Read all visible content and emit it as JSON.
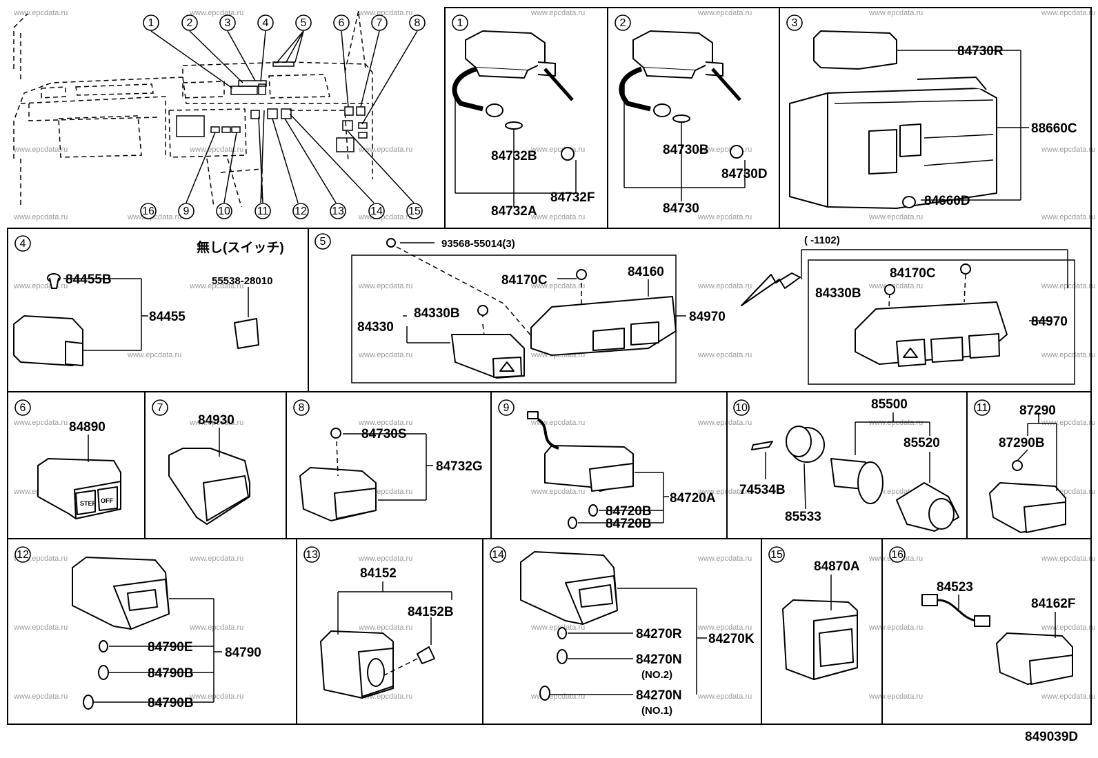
{
  "overview_callouts": [
    "1",
    "2",
    "3",
    "4",
    "5",
    "6",
    "7",
    "8",
    "16",
    "9",
    "10",
    "11",
    "12",
    "13",
    "14",
    "15"
  ],
  "panels": {
    "p1": {
      "num": "1",
      "parts": [
        "84732B",
        "84732F",
        "84732A"
      ]
    },
    "p2": {
      "num": "2",
      "parts": [
        "84730B",
        "84730D",
        "84730"
      ]
    },
    "p3": {
      "num": "3",
      "parts": [
        "84730R",
        "88660C",
        "84660D"
      ]
    },
    "p4": {
      "num": "4",
      "note": "無し(スイッチ)",
      "parts": [
        "84455B",
        "84455",
        "55538-28010"
      ]
    },
    "p5": {
      "num": "5",
      "screw": "93568-55014(3)",
      "range": "(     -1102)",
      "parts": [
        "84170C",
        "84160",
        "84330B",
        "84330",
        "84970"
      ],
      "alt_parts": [
        "84170C",
        "84330B",
        "84970"
      ]
    },
    "p6": {
      "num": "6",
      "parts": [
        "84890"
      ],
      "btn": [
        "STEP",
        "OFF"
      ]
    },
    "p7": {
      "num": "7",
      "parts": [
        "84930"
      ]
    },
    "p8": {
      "num": "8",
      "parts": [
        "84730S",
        "84732G"
      ]
    },
    "p9": {
      "num": "9",
      "parts": [
        "84720A",
        "84720B",
        "84720B"
      ]
    },
    "p10": {
      "num": "10",
      "parts": [
        "85500",
        "85520",
        "74534B",
        "85533"
      ]
    },
    "p11": {
      "num": "11",
      "parts": [
        "87290",
        "87290B"
      ]
    },
    "p12": {
      "num": "12",
      "parts": [
        "84790E",
        "84790",
        "84790B",
        "84790B"
      ]
    },
    "p13": {
      "num": "13",
      "parts": [
        "84152",
        "84152B"
      ]
    },
    "p14": {
      "num": "14",
      "parts": [
        "84270R",
        "84270K",
        "84270N",
        "(NO.2)",
        "84270N",
        "(NO.1)"
      ]
    },
    "p15": {
      "num": "15",
      "parts": [
        "84870A"
      ]
    },
    "p16": {
      "num": "16",
      "parts": [
        "84523",
        "84162F"
      ]
    }
  },
  "diagram_code": "849039D",
  "watermark": "www.epcdata.ru"
}
